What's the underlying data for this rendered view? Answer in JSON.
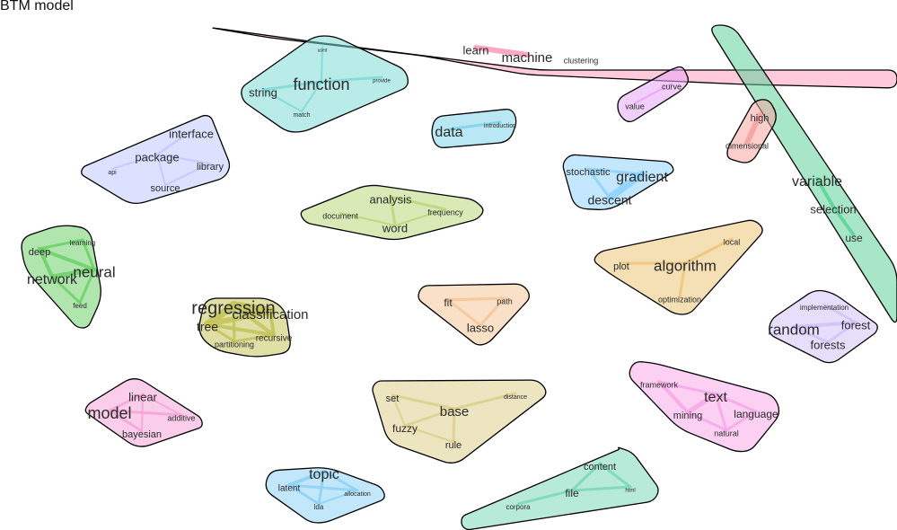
{
  "title": "BTM model",
  "clusters": [
    {
      "id": "machine",
      "color": "#ff9fbf",
      "words": [
        "learn",
        "machine",
        "clustering"
      ]
    },
    {
      "id": "variable",
      "color": "#5fd49a",
      "words": [
        "variable",
        "selection",
        "use"
      ]
    },
    {
      "id": "function",
      "color": "#7fdcd6",
      "words": [
        "function",
        "string",
        "used",
        "provide",
        "match"
      ]
    },
    {
      "id": "curve",
      "color": "#e7a6f5",
      "words": [
        "curve",
        "value"
      ]
    },
    {
      "id": "high",
      "color": "#f5a5a0",
      "words": [
        "high",
        "dimensional"
      ]
    },
    {
      "id": "data",
      "color": "#7fd4ea",
      "words": [
        "data",
        "introduction"
      ]
    },
    {
      "id": "package",
      "color": "#bfc8ff",
      "words": [
        "interface",
        "package",
        "library",
        "api",
        "source"
      ]
    },
    {
      "id": "gradient",
      "color": "#8fd3ff",
      "words": [
        "stochastic",
        "gradient",
        "descent"
      ]
    },
    {
      "id": "analysis",
      "color": "#bcd87c",
      "words": [
        "analysis",
        "frequency",
        "document",
        "word"
      ]
    },
    {
      "id": "neural",
      "color": "#6fd16a",
      "words": [
        "learning",
        "deep",
        "neural",
        "network",
        "feed"
      ]
    },
    {
      "id": "algorithm",
      "color": "#edc77a",
      "words": [
        "local",
        "plot",
        "algorithm",
        "optimization"
      ]
    },
    {
      "id": "regression",
      "color": "#c4c45c",
      "words": [
        "regression",
        "classification",
        "tree",
        "recursive",
        "partitioning"
      ]
    },
    {
      "id": "lasso",
      "color": "#f5c699",
      "words": [
        "fit",
        "path",
        "lasso"
      ]
    },
    {
      "id": "random",
      "color": "#d3c2f7",
      "words": [
        "implementation",
        "forest",
        "random",
        "forests"
      ]
    },
    {
      "id": "model",
      "color": "#f5a6d9",
      "words": [
        "linear",
        "model",
        "additive",
        "bayesian"
      ]
    },
    {
      "id": "base",
      "color": "#ddd08c",
      "words": [
        "distance",
        "set",
        "base",
        "fuzzy",
        "rule"
      ]
    },
    {
      "id": "text",
      "color": "#f7a9e8",
      "words": [
        "framework",
        "text",
        "mining",
        "language",
        "natural"
      ]
    },
    {
      "id": "topic",
      "color": "#8fd3f5",
      "words": [
        "topic",
        "latent",
        "allocation",
        "lda"
      ]
    },
    {
      "id": "file",
      "color": "#7cd9b8",
      "words": [
        "content",
        "html",
        "file",
        "corpora"
      ]
    }
  ]
}
